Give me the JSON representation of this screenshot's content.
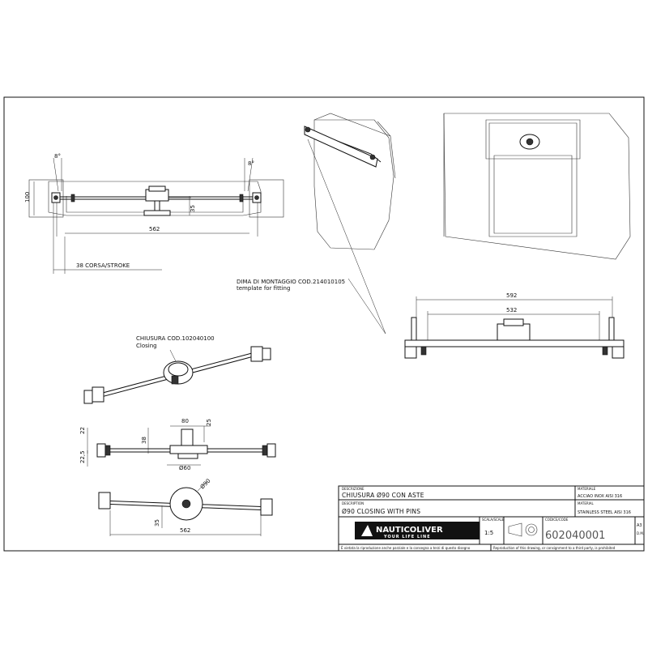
{
  "dimensions": {
    "angle_left": "8°",
    "angle_right": "8°",
    "height_100": "100",
    "depth_35_top": "35",
    "width_562_top": "562",
    "stroke": "38 CORSA/STROKE",
    "width_592": "592",
    "width_532": "532",
    "d80": "80",
    "d25": "25",
    "d22": "22",
    "d38": "38",
    "d22_5": "22,5",
    "dia60": "Ø60",
    "dia90": "Ø90",
    "d35_bottom": "35",
    "width_562_bottom": "562"
  },
  "labels": {
    "template_line1": "DIMA DI MONTAGGIO COD.214010105",
    "template_line2": "template for fitting",
    "closing_line1": "CHIUSURA COD.102040100",
    "closing_line2": "Closing"
  },
  "title_block": {
    "desc_label_it": "DESCRIZIONE",
    "desc_it": "CHIUSURA Ø90 CON ASTE",
    "desc_label_en": "DESCRIPTION",
    "desc_en": "Ø90 CLOSING WITH PINS",
    "material_label_it": "MATERIALE",
    "material_it": "ACCIAO INOX AISI 316",
    "material_label_en": "MATERIAL",
    "material_en": "STAINLESS STEEL AISI 316",
    "brand": "NAUTICOLIVER",
    "tagline": "YOUR LIFE LINE",
    "scale_label": "SCALA/SCALE",
    "scale": "1:5",
    "code_label": "CODICE/CODE",
    "code": "602040001",
    "sheet_size": "A3",
    "unit": "D.M.",
    "footer_it": "È vietata la riproduzione anche parziale e la consegna a terzi di questo disegno",
    "footer_en": "Reproduction of this drawing, or consignment to a third party, is prohibited"
  },
  "icons": {
    "logo": "nauticoliver-logo",
    "projection": "first-angle-projection-symbol"
  }
}
